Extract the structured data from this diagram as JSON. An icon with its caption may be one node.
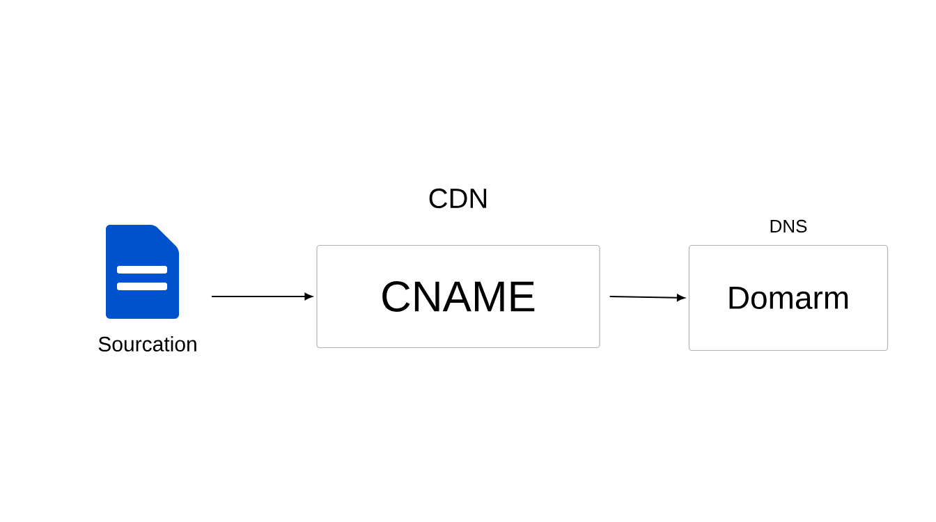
{
  "diagram": {
    "nodes": [
      {
        "text": [
          "Sourcation"
        ]
      },
      {
        "text": [
          "CDN",
          "CNAME"
        ]
      },
      {
        "text": [
          "DNS",
          "Domarm"
        ]
      }
    ],
    "edges": [
      {
        "from": 0,
        "to": 1,
        "arrow": "to"
      },
      {
        "from": 1,
        "to": 2,
        "arrow": "to"
      }
    ]
  }
}
